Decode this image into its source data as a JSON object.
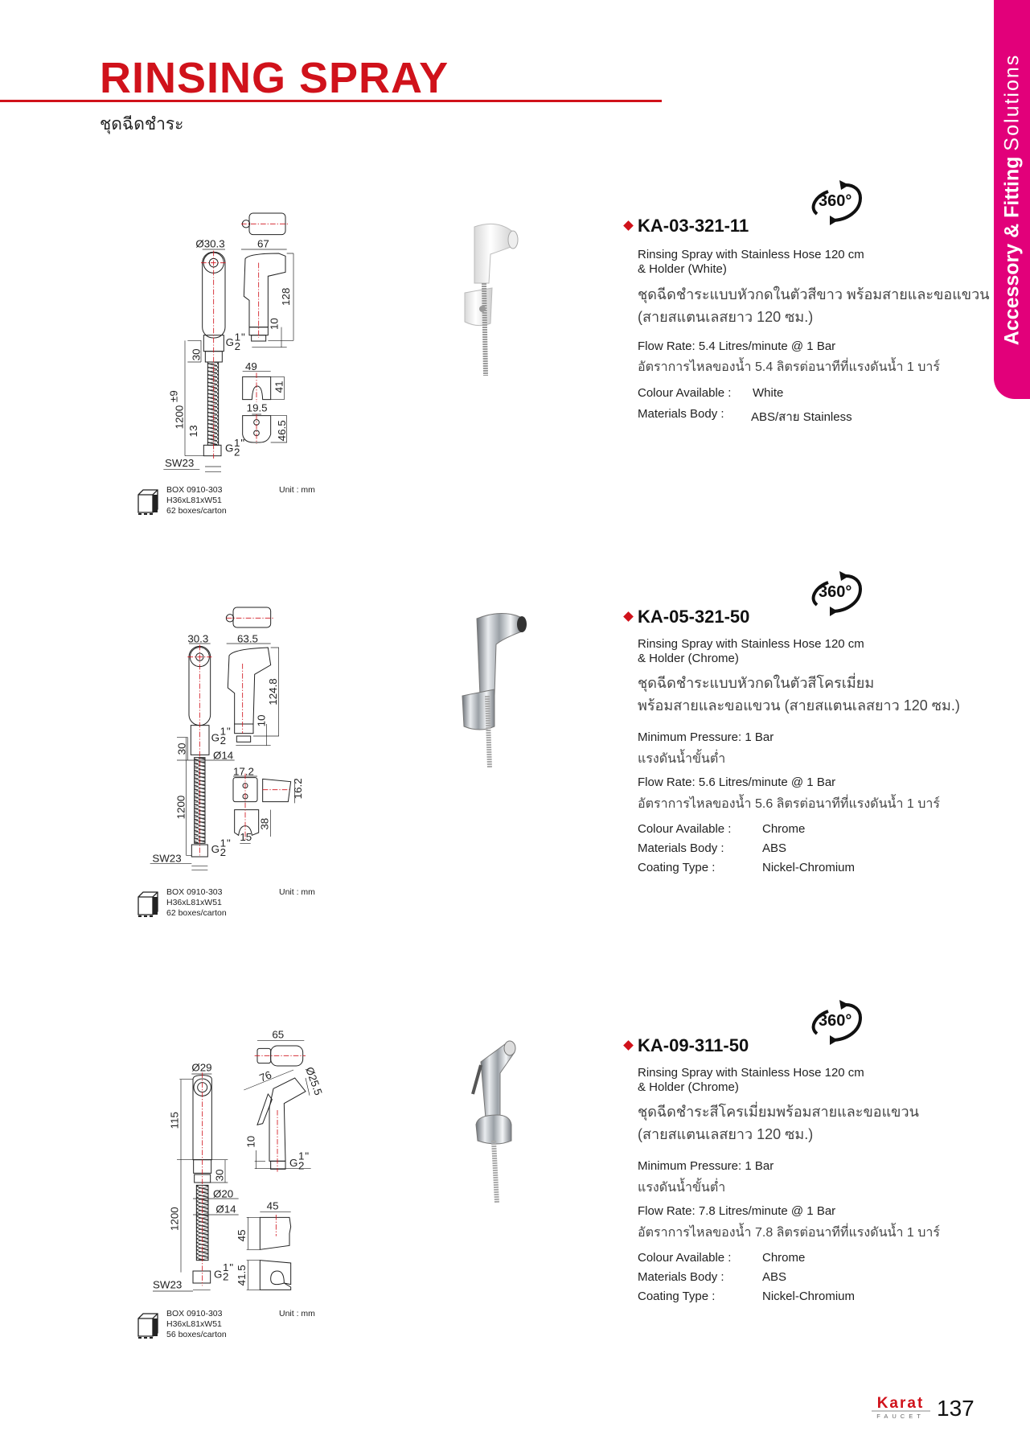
{
  "header": {
    "title": "RINSING SPRAY",
    "subtitle": "ชุดฉีดชำระ"
  },
  "side_tab": {
    "bold": "Accessory & Fitting",
    "thin": "Solutions",
    "color": "#e2007a"
  },
  "accent_color": "#d0121b",
  "rotation_icon": {
    "label": "360°",
    "name": "rotate-360-icon"
  },
  "products": [
    {
      "code": "KA-03-321-11",
      "desc_en_1": "Rinsing Spray with Stainless Hose 120 cm",
      "desc_en_2": "& Holder (White)",
      "desc_th_1": "ชุดฉีดชำระแบบหัวกดในตัวสีขาว พร้อมสายและขอแขวน",
      "desc_th_2": "(สายสแตนเลสยาว 120 ซม.)",
      "flow_en": "Flow Rate: 5.4 Litres/minute @ 1 Bar",
      "flow_th": "อัตราการไหลของน้ำ 5.4 ลิตรต่อนาทีที่แรงดันน้ำ 1 บาร์",
      "specs": [
        {
          "label": "Colour Available :",
          "value": "White"
        },
        {
          "label": "Materials Body :",
          "value": "ABS/สาย Stainless"
        }
      ],
      "box": {
        "line1": "BOX 0910-303",
        "line2": "H36xL81xW51",
        "line3": "62 boxes/carton",
        "unit": "Unit : mm"
      },
      "dims": {
        "d_head": "Ø30.3",
        "width": "67",
        "height": "128",
        "ten": "10",
        "thread": "G",
        "half": "1",
        "half_d": "2",
        "inch": "\"",
        "collar": "30",
        "hose": "1200",
        "hose_tol": "±9",
        "nut": "13",
        "sw": "SW23",
        "holder_w": "49",
        "holder_h": "41",
        "plate_w": "19.5",
        "plate_h": "46.5"
      }
    },
    {
      "code": "KA-05-321-50",
      "desc_en_1": "Rinsing Spray with Stainless Hose 120 cm",
      "desc_en_2": "& Holder (Chrome)",
      "desc_th_1": "ชุดฉีดชำระแบบหัวกดในตัวสีโครเมี่ยม",
      "desc_th_2": "พร้อมสายและขอแขวน (สายสแตนเลสยาว 120 ซม.)",
      "pressure_en": "Minimum Pressure: 1 Bar",
      "pressure_th": "แรงดันน้ำขั้นต่ำ",
      "flow_en": "Flow Rate: 5.6 Litres/minute @ 1 Bar",
      "flow_th": "อัตราการไหลของน้ำ 5.6 ลิตรต่อนาทีที่แรงดันน้ำ 1 บาร์",
      "specs": [
        {
          "label": "Colour Available :",
          "value": "Chrome"
        },
        {
          "label": "Materials Body :",
          "value": "ABS"
        },
        {
          "label": "Coating Type :",
          "value": "Nickel-Chromium"
        }
      ],
      "box": {
        "line1": "BOX 0910-303",
        "line2": "H36xL81xW51",
        "line3": "62 boxes/carton",
        "unit": "Unit : mm"
      },
      "dims": {
        "d_head": "30.3",
        "width": "63.5",
        "height": "124.8",
        "ten": "10",
        "thread": "G",
        "half": "1",
        "half_d": "2",
        "inch": "\"",
        "collar": "30",
        "d_hose": "Ø14",
        "hose": "1200",
        "sw": "SW23",
        "plate_w": "17.2",
        "plate_d": "16.2",
        "holder_h": "38",
        "hook": "15"
      }
    },
    {
      "code": "KA-09-311-50",
      "desc_en_1": "Rinsing Spray with Stainless Hose 120 cm",
      "desc_en_2": "& Holder (Chrome)",
      "desc_th_1": "ชุดฉีดชำระสีโครเมี่ยมพร้อมสายและขอแขวน",
      "desc_th_2": "(สายสแตนเลสยาว 120 ซม.)",
      "pressure_en": "Minimum Pressure: 1 Bar",
      "pressure_th": "แรงดันน้ำขั้นต่ำ",
      "flow_en": "Flow Rate: 7.8 Litres/minute @ 1 Bar",
      "flow_th": "อัตราการไหลของน้ำ 7.8 ลิตรต่อนาทีที่แรงดันน้ำ 1 บาร์",
      "specs": [
        {
          "label": "Colour Available :",
          "value": "Chrome"
        },
        {
          "label": "Materials Body :",
          "value": "ABS"
        },
        {
          "label": "Coating Type :",
          "value": "Nickel-Chromium"
        }
      ],
      "box": {
        "line1": "BOX 0910-303",
        "line2": "H36xL81xW51",
        "line3": "56 boxes/carton",
        "unit": "Unit : mm"
      },
      "dims": {
        "d_head": "Ø29",
        "top_w": "65",
        "diag": "76",
        "d_nozzle": "Ø25.5",
        "height": "115",
        "ten": "10",
        "thread": "G",
        "half": "1",
        "half_d": "2",
        "inch": "\"",
        "collar": "30",
        "d_collar": "Ø20",
        "d_hose": "Ø14",
        "hose": "1200",
        "sw": "SW23",
        "holder_w": "45",
        "holder_h": "45",
        "hook_h": "41.5"
      }
    }
  ],
  "footer": {
    "brand": "Karat",
    "brand_sub": "FAUCET",
    "page": "137"
  }
}
